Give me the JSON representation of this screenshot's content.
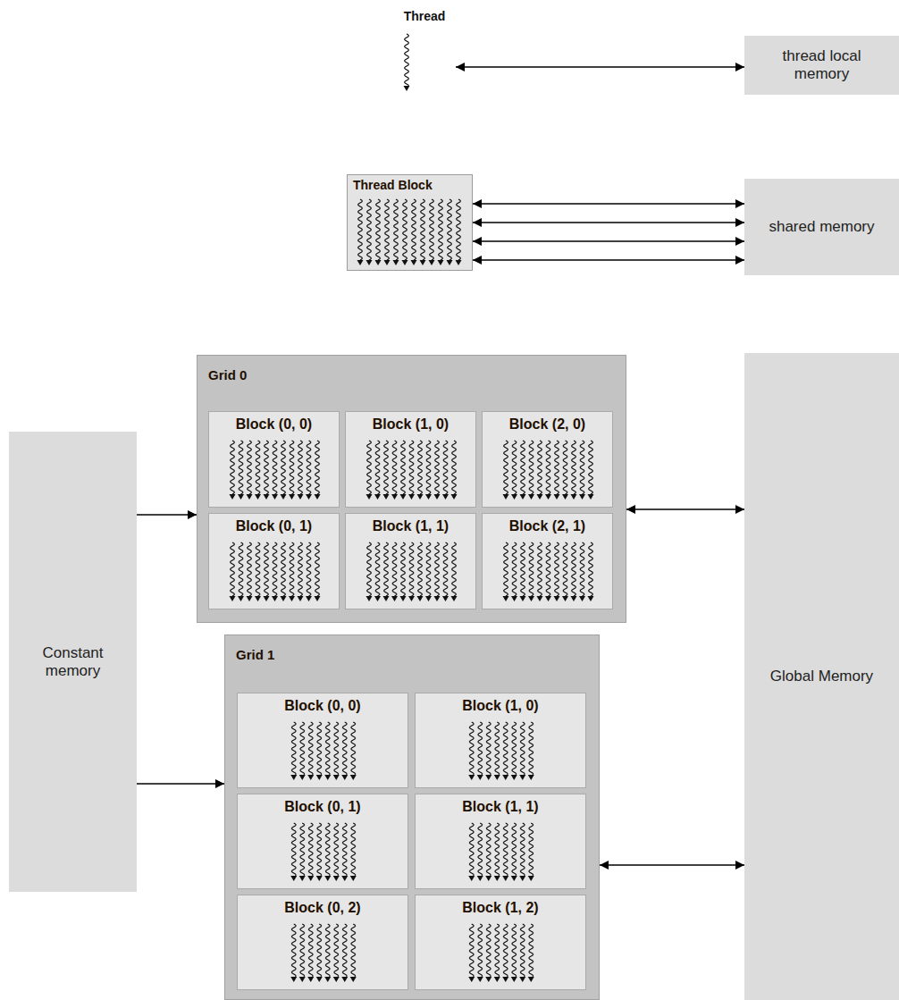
{
  "diagram": {
    "nodes": [
      {
        "text": [
          "Thread"
        ]
      },
      {
        "text": [
          "thread local memory"
        ]
      },
      {
        "text": [
          "Thread Block"
        ]
      },
      {
        "text": [
          "shared memory"
        ]
      },
      {
        "text": [
          "Grid 0"
        ]
      },
      {
        "text": [
          "Block (0, 0)"
        ],
        "in": 4
      },
      {
        "text": [
          "Block (1, 0)"
        ],
        "in": 4
      },
      {
        "text": [
          "Block (2, 0)"
        ],
        "in": 4
      },
      {
        "text": [
          "Block (0, 1)"
        ],
        "in": 4
      },
      {
        "text": [
          "Block (1, 1)"
        ],
        "in": 4
      },
      {
        "text": [
          "Block (2, 1)"
        ],
        "in": 4
      },
      {
        "text": [
          "Global Memory"
        ]
      },
      {
        "text": [
          "Constant memory"
        ]
      },
      {
        "text": [
          "Grid 1"
        ]
      },
      {
        "text": [
          "Block (0, 0)"
        ],
        "in": 13
      },
      {
        "text": [
          "Block (1, 0)"
        ],
        "in": 13
      },
      {
        "text": [
          "Block (0, 1)"
        ],
        "in": 13
      },
      {
        "text": [
          "Block (1, 1)"
        ],
        "in": 13
      },
      {
        "text": [
          "Block (0, 2)"
        ],
        "in": 13
      },
      {
        "text": [
          "Block (1, 2)"
        ],
        "in": 13
      }
    ],
    "edges": [
      {
        "from": 0,
        "to": 1,
        "arrow": "both"
      },
      {
        "from": 2,
        "to": 3,
        "arrow": "both"
      },
      {
        "from": 2,
        "to": 3,
        "arrow": "both"
      },
      {
        "from": 2,
        "to": 3,
        "arrow": "both"
      },
      {
        "from": 2,
        "to": 3,
        "arrow": "both"
      },
      {
        "from": 4,
        "to": 11,
        "arrow": "both"
      },
      {
        "from": 13,
        "to": 11,
        "arrow": "both"
      },
      {
        "from": 12,
        "to": 4,
        "arrow": "to"
      },
      {
        "from": 12,
        "to": 13,
        "arrow": "to"
      }
    ]
  }
}
